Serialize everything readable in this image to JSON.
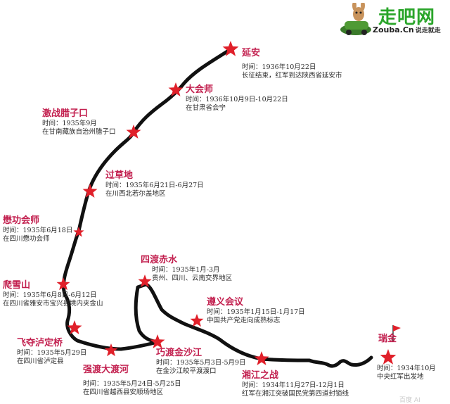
{
  "logo": {
    "brand": "走吧网",
    "domain": "Zouba.Cn",
    "slogan": "说走就走"
  },
  "watermark": "百度 AI",
  "colors": {
    "route": "#111111",
    "star": "#e0202a",
    "title": "#c21f4e",
    "flag": "#e0202a"
  },
  "time_prefix": "时间：",
  "events": [
    {
      "id": "yanan",
      "title": "延安",
      "time": "1936年10月22日",
      "desc": "长征结束，红军到达陕西省延安市"
    },
    {
      "id": "dahuishi",
      "title": "大会师",
      "time": "1936年10月9日-10月22日",
      "desc": "在甘肃省会宁"
    },
    {
      "id": "lazikou",
      "title": "激战腊子口",
      "time": "1935年9月",
      "desc": "在甘南藏族自治州腊子口"
    },
    {
      "id": "caodi",
      "title": "过草地",
      "time": "1935年6月21日-6月27日",
      "desc": "在川西北若尔盖地区"
    },
    {
      "id": "maogong",
      "title": "懋功会师",
      "time": "1935年6月18日",
      "desc": "在四川懋功会师"
    },
    {
      "id": "xueshan",
      "title": "爬雪山",
      "time": "1935年6月8日-6月12日",
      "desc": "在四川省雅安市宝兴县境内夹金山"
    },
    {
      "id": "chishui",
      "title": "四渡赤水",
      "time": "1935年1月-3月",
      "desc": "贵州、四川、云南交界地区"
    },
    {
      "id": "zunyi",
      "title": "遵义会议",
      "time": "1935年1月15日-1月17日",
      "desc": "中国共产党走向成熟标志"
    },
    {
      "id": "luding",
      "title": "飞夺泸定桥",
      "time": "1935年5月29日",
      "desc": "在四川省泸定县"
    },
    {
      "id": "jinsha",
      "title": "巧渡金沙江",
      "time": "1935年5月3日-5月9日",
      "desc": "在金沙江皎平渡渡口"
    },
    {
      "id": "dadu",
      "title": "强渡大渡河",
      "time": "1935年5月24日-5月25日",
      "desc": "在四川省越西县安顺场地区"
    },
    {
      "id": "xiangjiang",
      "title": "湘江之战",
      "time": "1934年11月27日-12月1日",
      "desc": "红军在湘江突破国民党第四道封锁线"
    },
    {
      "id": "ruijin",
      "title": "瑞金",
      "time": "1934年10月",
      "desc": "中央红军出发地"
    }
  ]
}
